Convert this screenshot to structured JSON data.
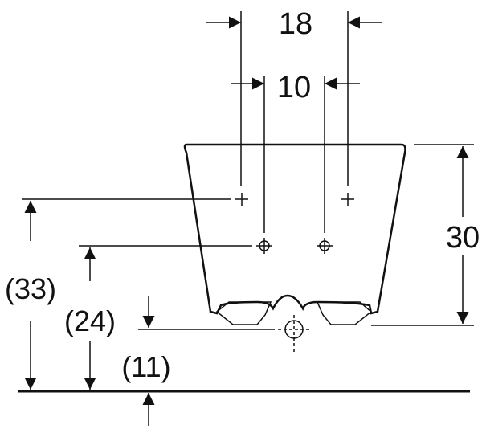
{
  "dimensions": {
    "outer_spacing": "18",
    "inner_spacing": "10",
    "height": "30",
    "upper_to_floor": "(33)",
    "lower_to_floor": "(24)",
    "outlet_to_floor": "(11)"
  },
  "colors": {
    "line": "#111111",
    "fixture_outline": "#111111",
    "background": "#ffffff"
  }
}
